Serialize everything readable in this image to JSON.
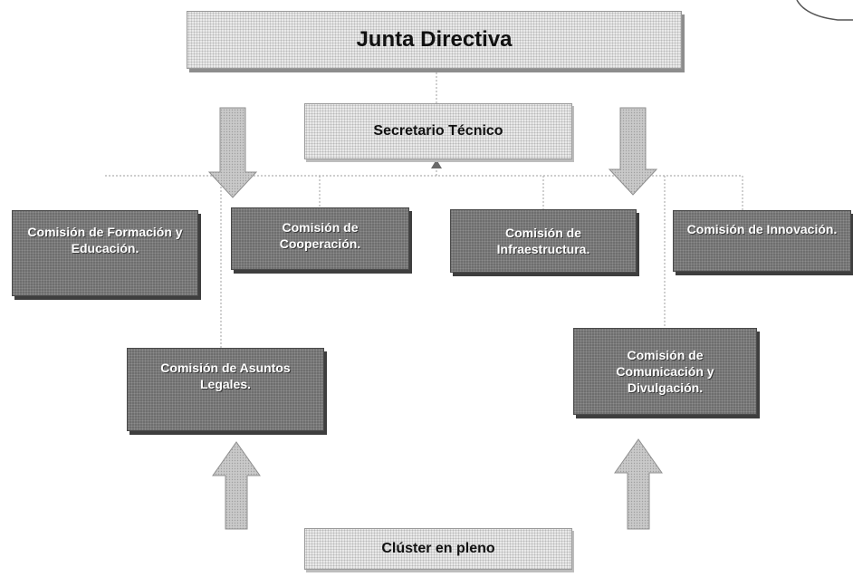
{
  "diagram": {
    "top_box": {
      "label": "Junta Directiva"
    },
    "secretary_box": {
      "label": "Secretario Técnico"
    },
    "bottom_box": {
      "label": "Clúster en pleno"
    },
    "committees": [
      {
        "id": "formacion",
        "label": "Comisión de Formación y Educación."
      },
      {
        "id": "cooperacion",
        "label": "Comisión de Cooperación."
      },
      {
        "id": "infraestructura",
        "label": "Comisión de Infraestructura."
      },
      {
        "id": "innovacion",
        "label": "Comisión de Innovación."
      },
      {
        "id": "legales",
        "label": "Comisión de Asuntos Legales."
      },
      {
        "id": "comunicacion",
        "label": "Comisión de Comunicación y Divulgación."
      }
    ],
    "colors": {
      "light_box": "#e9e9e9",
      "dark_box": "#6e6e6e",
      "arrow": "#b8b8b8",
      "connector": "#b0b0b0"
    }
  }
}
